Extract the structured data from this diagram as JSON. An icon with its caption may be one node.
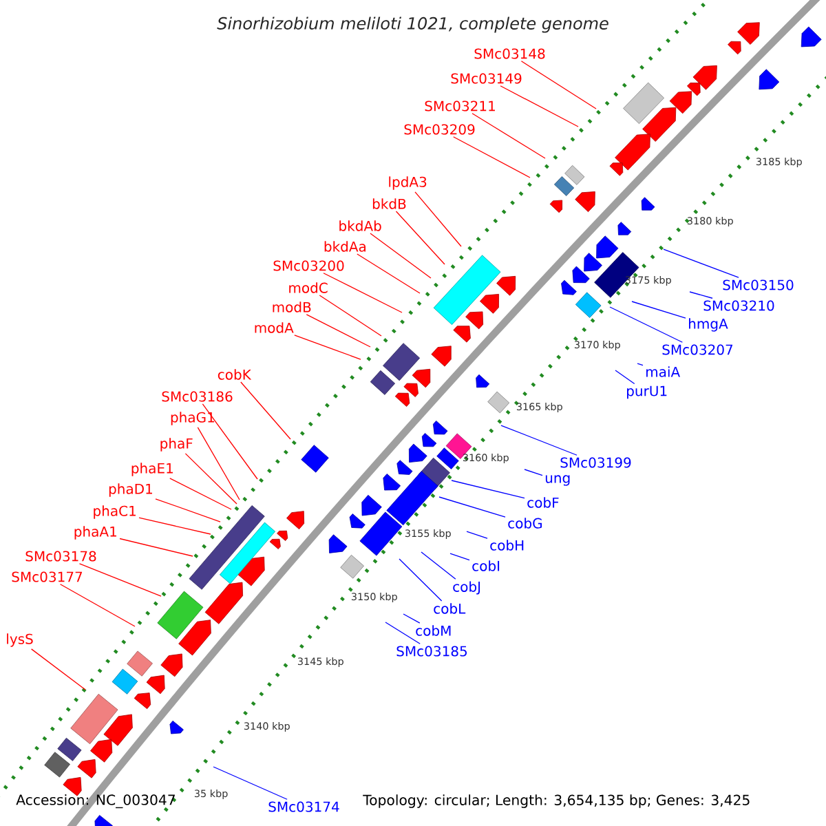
{
  "diagram": {
    "title": "Sinorhizobium meliloti 1021, complete genome",
    "nodes": [
      {
        "text": [
          "SMc03148"
        ]
      },
      {
        "text": [
          "SMc03149"
        ]
      },
      {
        "text": [
          "SMc03211"
        ]
      },
      {
        "text": [
          "SMc03209"
        ]
      },
      {
        "text": [
          "lpdA3"
        ]
      },
      {
        "text": [
          "bkdB"
        ]
      },
      {
        "text": [
          "bkdAb"
        ]
      },
      {
        "text": [
          "bkdAa"
        ]
      },
      {
        "text": [
          "SMc03200"
        ]
      },
      {
        "text": [
          "modC"
        ]
      },
      {
        "text": [
          "modB"
        ]
      },
      {
        "text": [
          "modA"
        ]
      },
      {
        "text": [
          "cobK"
        ]
      },
      {
        "text": [
          "SMc03186"
        ]
      },
      {
        "text": [
          "phaG1"
        ]
      },
      {
        "text": [
          "phaF"
        ]
      },
      {
        "text": [
          "phaE1"
        ]
      },
      {
        "text": [
          "phaD1"
        ]
      },
      {
        "text": [
          "phaC1"
        ]
      },
      {
        "text": [
          "phaA1"
        ]
      },
      {
        "text": [
          "SMc03178"
        ]
      },
      {
        "text": [
          "SMc03177"
        ]
      },
      {
        "text": [
          "lysS"
        ]
      },
      {
        "text": [
          "SMc03150"
        ]
      },
      {
        "text": [
          "SMc03210"
        ]
      },
      {
        "text": [
          "hmgA"
        ]
      },
      {
        "text": [
          "SMc03207"
        ]
      },
      {
        "text": [
          "maiA"
        ]
      },
      {
        "text": [
          "purU1"
        ]
      },
      {
        "text": [
          "SMc03199"
        ]
      },
      {
        "text": [
          "ung"
        ]
      },
      {
        "text": [
          "cobF"
        ]
      },
      {
        "text": [
          "cobG"
        ]
      },
      {
        "text": [
          "cobH"
        ]
      },
      {
        "text": [
          "cobI"
        ]
      },
      {
        "text": [
          "cobJ"
        ]
      },
      {
        "text": [
          "cobL"
        ]
      },
      {
        "text": [
          "cobM"
        ]
      },
      {
        "text": [
          "SMc03185"
        ]
      },
      {
        "text": [
          "SMc03174"
        ]
      }
    ],
    "edges": [
      {
        "from": 0,
        "to": null,
        "arrow": "none",
        "color": "#ff0000"
      },
      {
        "from": 1,
        "to": null,
        "arrow": "none",
        "color": "#ff0000"
      },
      {
        "from": 2,
        "to": null,
        "arrow": "none",
        "color": "#ff0000"
      },
      {
        "from": 3,
        "to": null,
        "arrow": "none",
        "color": "#ff0000"
      },
      {
        "from": 4,
        "to": null,
        "arrow": "none",
        "color": "#ff0000"
      },
      {
        "from": 5,
        "to": null,
        "arrow": "none",
        "color": "#ff0000"
      },
      {
        "from": 6,
        "to": null,
        "arrow": "none",
        "color": "#ff0000"
      },
      {
        "from": 7,
        "to": null,
        "arrow": "none",
        "color": "#ff0000"
      },
      {
        "from": 8,
        "to": null,
        "arrow": "none",
        "color": "#ff0000"
      },
      {
        "from": 9,
        "to": null,
        "arrow": "none",
        "color": "#ff0000"
      },
      {
        "from": 10,
        "to": null,
        "arrow": "none",
        "color": "#ff0000"
      },
      {
        "from": 11,
        "to": null,
        "arrow": "none",
        "color": "#ff0000"
      },
      {
        "from": 12,
        "to": null,
        "arrow": "none",
        "color": "#ff0000"
      },
      {
        "from": 13,
        "to": null,
        "arrow": "none",
        "color": "#ff0000"
      },
      {
        "from": 14,
        "to": null,
        "arrow": "none",
        "color": "#ff0000"
      },
      {
        "from": 15,
        "to": null,
        "arrow": "none",
        "color": "#ff0000"
      },
      {
        "from": 16,
        "to": null,
        "arrow": "none",
        "color": "#ff0000"
      },
      {
        "from": 17,
        "to": null,
        "arrow": "none",
        "color": "#ff0000"
      },
      {
        "from": 18,
        "to": null,
        "arrow": "none",
        "color": "#ff0000"
      },
      {
        "from": 19,
        "to": null,
        "arrow": "none",
        "color": "#ff0000"
      },
      {
        "from": 20,
        "to": null,
        "arrow": "none",
        "color": "#ff0000"
      },
      {
        "from": 21,
        "to": null,
        "arrow": "none",
        "color": "#ff0000"
      },
      {
        "from": 22,
        "to": null,
        "arrow": "none",
        "color": "#ff0000"
      },
      {
        "from": 23,
        "to": null,
        "arrow": "none",
        "color": "#0000ff"
      },
      {
        "from": 24,
        "to": null,
        "arrow": "none",
        "color": "#0000ff"
      },
      {
        "from": 25,
        "to": null,
        "arrow": "none",
        "color": "#0000ff"
      },
      {
        "from": 26,
        "to": null,
        "arrow": "none",
        "color": "#0000ff"
      },
      {
        "from": 27,
        "to": null,
        "arrow": "none",
        "color": "#0000ff"
      },
      {
        "from": 28,
        "to": null,
        "arrow": "none",
        "color": "#0000ff"
      },
      {
        "from": 29,
        "to": null,
        "arrow": "none",
        "color": "#0000ff"
      },
      {
        "from": 30,
        "to": null,
        "arrow": "none",
        "color": "#0000ff"
      },
      {
        "from": 31,
        "to": null,
        "arrow": "none",
        "color": "#0000ff"
      },
      {
        "from": 32,
        "to": null,
        "arrow": "none",
        "color": "#0000ff"
      },
      {
        "from": 33,
        "to": null,
        "arrow": "none",
        "color": "#0000ff"
      },
      {
        "from": 34,
        "to": null,
        "arrow": "none",
        "color": "#0000ff"
      },
      {
        "from": 35,
        "to": null,
        "arrow": "none",
        "color": "#0000ff"
      },
      {
        "from": 36,
        "to": null,
        "arrow": "none",
        "color": "#0000ff"
      },
      {
        "from": 37,
        "to": null,
        "arrow": "none",
        "color": "#0000ff"
      },
      {
        "from": 38,
        "to": null,
        "arrow": "none",
        "color": "#0000ff"
      },
      {
        "from": 39,
        "to": null,
        "arrow": "none",
        "color": "#0000ff"
      }
    ],
    "labels": [
      "3185 kbp",
      "3180 kbp",
      "3175 kbp",
      "3170 kbp",
      "3165 kbp",
      "3160 kbp",
      "3155 kbp",
      "3150 kbp",
      "3145 kbp",
      "3140 kbp",
      "35 kbp",
      "Accession: NC_003047",
      "Topology: circular; Length: 3,654,135 bp; Genes: 3,425"
    ]
  }
}
